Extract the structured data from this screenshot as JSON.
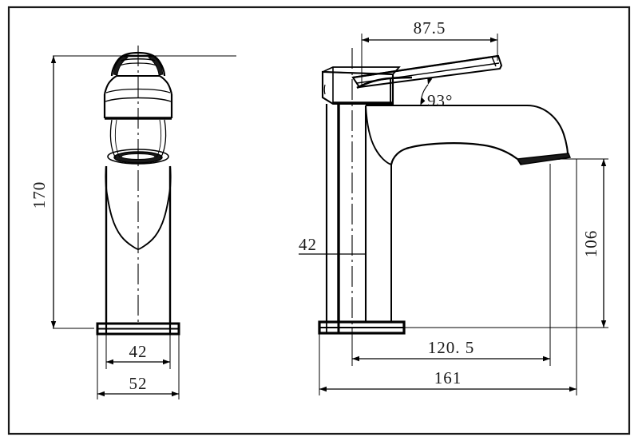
{
  "drawing": {
    "title": "Basin Mixer Faucet Technical Drawing",
    "units": "mm",
    "border_color": "#1a1a1a",
    "line_color": "#000000",
    "background": "#ffffff",
    "views": [
      {
        "name": "front-view",
        "position": "left"
      },
      {
        "name": "side-view",
        "position": "right"
      }
    ]
  },
  "dimensions": {
    "height_total": "170",
    "base_inner": "42",
    "base_outer": "52",
    "handle_length": "87.5",
    "handle_angle": "93°",
    "body_diameter": "42",
    "spout_height": "106",
    "spout_reach": "120. 5",
    "overall_depth": "161"
  }
}
